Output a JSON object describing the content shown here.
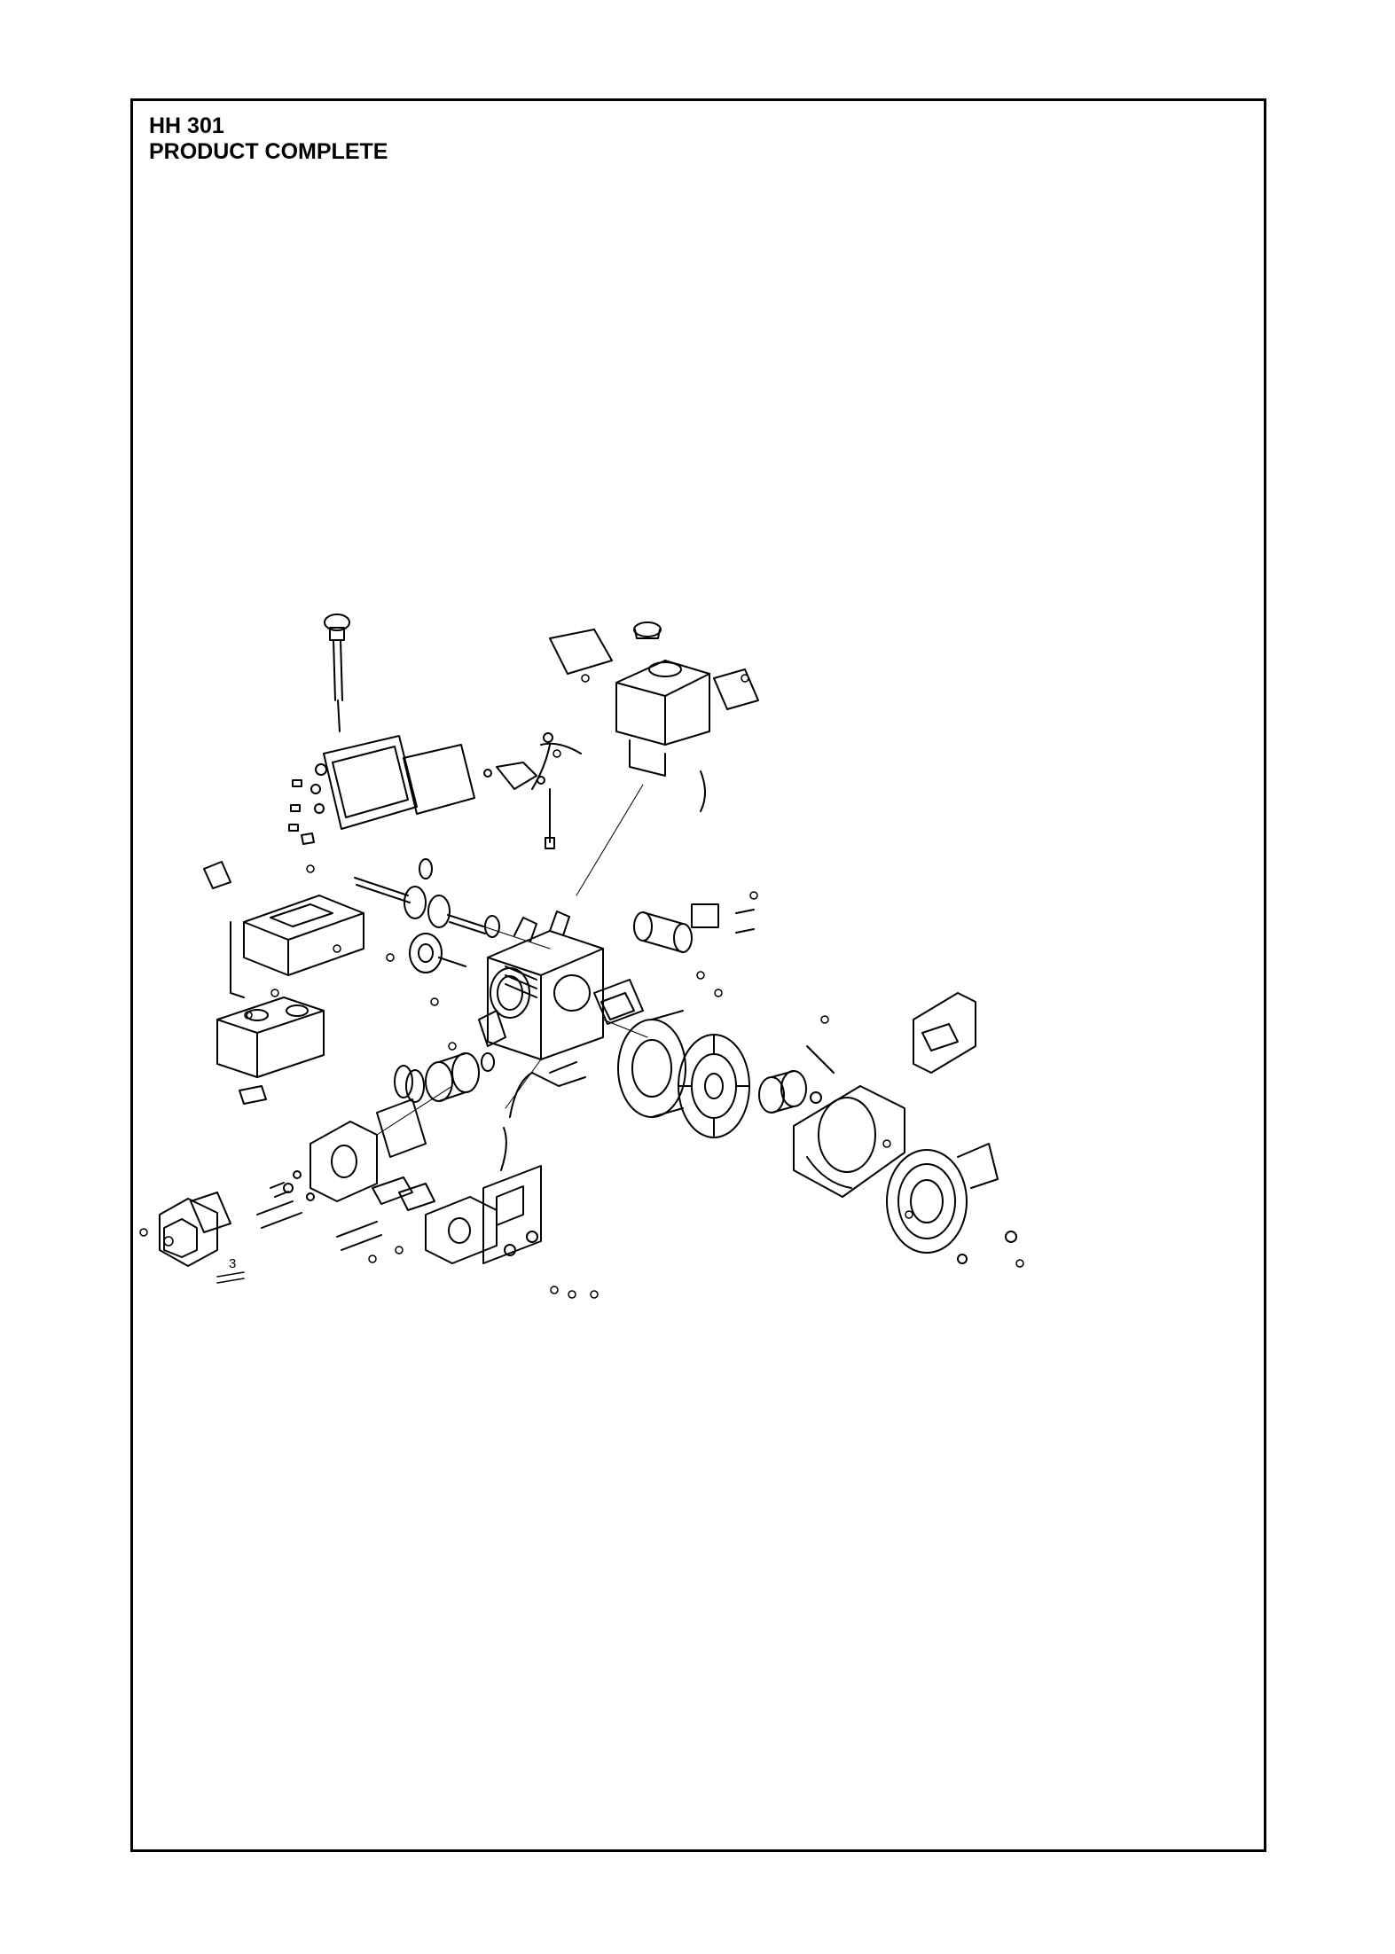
{
  "header": {
    "model": "HH 301",
    "title": "PRODUCT COMPLETE"
  },
  "diagram": {
    "callouts": [
      {
        "label": "3"
      }
    ]
  },
  "colors": {
    "line": "#000000",
    "background": "#ffffff"
  }
}
